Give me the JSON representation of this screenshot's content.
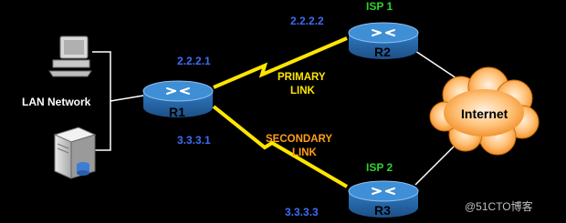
{
  "left_side": {
    "lan_label": "LAN Network"
  },
  "routers": {
    "r1": {
      "name": "R1",
      "ip_primary": "2.2.2.1",
      "ip_secondary": "3.3.3.1"
    },
    "r2": {
      "name": "R2",
      "isp": "ISP 1",
      "ip": "2.2.2.2"
    },
    "r3": {
      "name": "R3",
      "isp": "ISP 2",
      "ip": "3.3.3.3"
    }
  },
  "links": {
    "primary": {
      "line1": "PRIMARY",
      "line2": "LINK"
    },
    "secondary": {
      "line1": "SECONDARY",
      "line2": "LINK"
    }
  },
  "cloud": {
    "label": "Internet"
  },
  "watermark": "@51CTO博客",
  "colors": {
    "background": "#000000",
    "ip_text": "#3d6cf2",
    "isp_text": "#2fd12f",
    "primary_link": "#ffe600",
    "secondary_link": "#ff9e1a",
    "router_body": "#2b6fb2",
    "router_top": "#3f8fd6",
    "cloud_fill": "#ffb15a"
  },
  "icons": [
    "workstation-icon",
    "server-icon",
    "router-icon",
    "cloud-icon",
    "lightning-link-icon"
  ]
}
